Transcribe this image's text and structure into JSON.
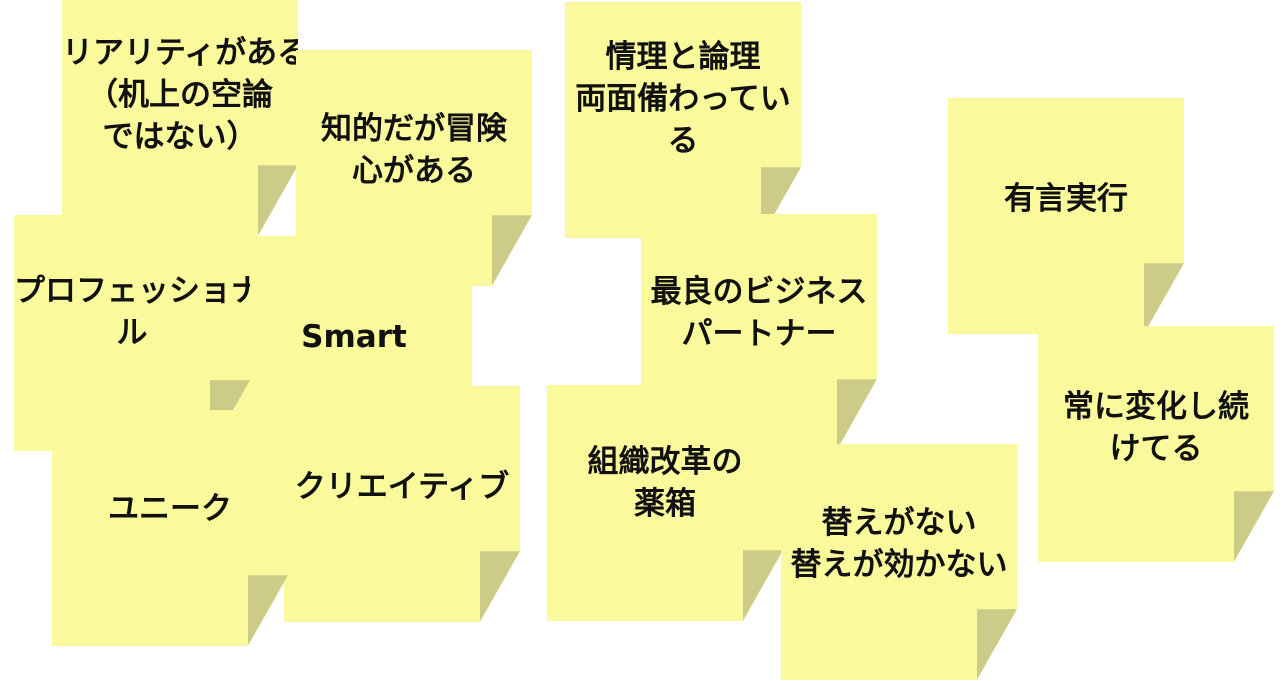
{
  "notes": [
    {
      "id": "reality",
      "text": "リアリティがある\n（机上の空論\nではない）"
    },
    {
      "id": "intellectual",
      "text": "知的だが冒険\n心がある"
    },
    {
      "id": "professional",
      "text": "プロフェッショナ\nル"
    },
    {
      "id": "smart",
      "text": "Smart"
    },
    {
      "id": "unique",
      "text": "ユニーク"
    },
    {
      "id": "creative",
      "text": "クリエイティブ"
    },
    {
      "id": "emotion-logic",
      "text": "情理と論理\n両面備わってい\nる"
    },
    {
      "id": "best-partner",
      "text": "最良のビジネス\nパートナー"
    },
    {
      "id": "org-reform",
      "text": "組織改革の\n薬箱"
    },
    {
      "id": "irreplaceable",
      "text": "替えがない\n替えが効かない"
    },
    {
      "id": "walk-the-talk",
      "text": "有言実行"
    },
    {
      "id": "always-changing",
      "text": "常に変化し続\nけてる"
    }
  ],
  "colors": {
    "note": "#fafa9c",
    "fold": "#cccc88",
    "text": "#111111"
  }
}
